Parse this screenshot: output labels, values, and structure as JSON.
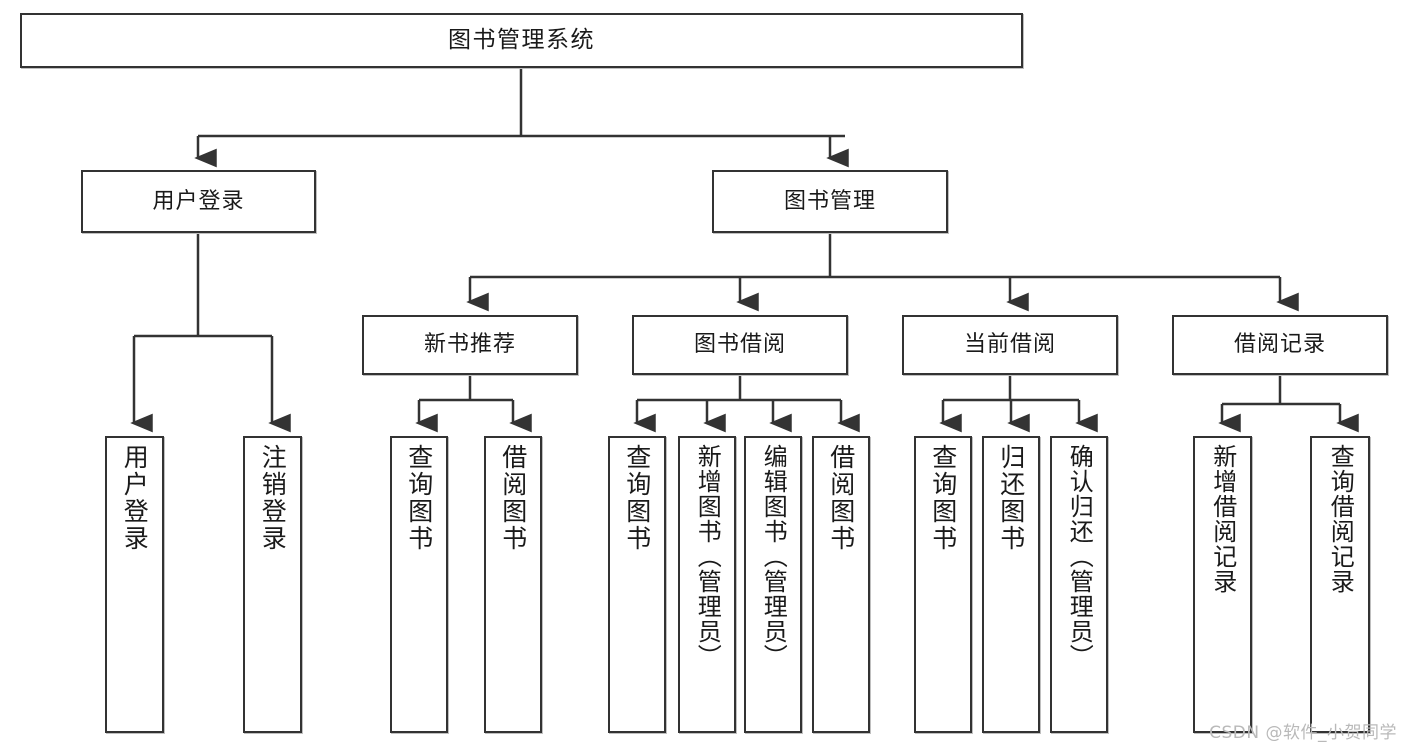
{
  "diagram": {
    "type": "tree",
    "title": "图书管理系统",
    "root": {
      "id": "root",
      "label": "图书管理系统"
    },
    "level2": [
      {
        "id": "login",
        "label": "用户登录"
      },
      {
        "id": "bookmgmt",
        "label": "图书管理"
      }
    ],
    "level3": [
      {
        "id": "newbook",
        "label": "新书推荐",
        "parent": "bookmgmt"
      },
      {
        "id": "borrow",
        "label": "图书借阅",
        "parent": "bookmgmt"
      },
      {
        "id": "current",
        "label": "当前借阅",
        "parent": "bookmgmt"
      },
      {
        "id": "record",
        "label": "借阅记录",
        "parent": "bookmgmt"
      }
    ],
    "leaves": [
      {
        "id": "leaf-1",
        "label": "用户登录",
        "parent": "login"
      },
      {
        "id": "leaf-2",
        "label": "注销登录",
        "parent": "login"
      },
      {
        "id": "leaf-3",
        "label": "查询图书",
        "parent": "newbook"
      },
      {
        "id": "leaf-4",
        "label": "借阅图书",
        "parent": "newbook"
      },
      {
        "id": "leaf-5",
        "label": "查询图书",
        "parent": "borrow"
      },
      {
        "id": "leaf-6",
        "label": "新增图书（管理员）",
        "parent": "borrow"
      },
      {
        "id": "leaf-7",
        "label": "编辑图书（管理员）",
        "parent": "borrow"
      },
      {
        "id": "leaf-8",
        "label": "借阅图书",
        "parent": "borrow"
      },
      {
        "id": "leaf-9",
        "label": "查询图书",
        "parent": "current"
      },
      {
        "id": "leaf-10",
        "label": "归还图书",
        "parent": "current"
      },
      {
        "id": "leaf-11",
        "label": "确认归还（管理员）",
        "parent": "current"
      },
      {
        "id": "leaf-12",
        "label": "新增借阅记录",
        "parent": "record"
      },
      {
        "id": "leaf-13",
        "label": "查询借阅记录",
        "parent": "record"
      }
    ]
  },
  "watermark": {
    "text": "CSDN @软件_小贺同学"
  },
  "colors": {
    "node_border": "#333333",
    "node_fill": "#ffffff",
    "wire": "#333333",
    "text": "#1a1a1a",
    "watermark": "#b9b9b9",
    "background": "#ffffff"
  }
}
